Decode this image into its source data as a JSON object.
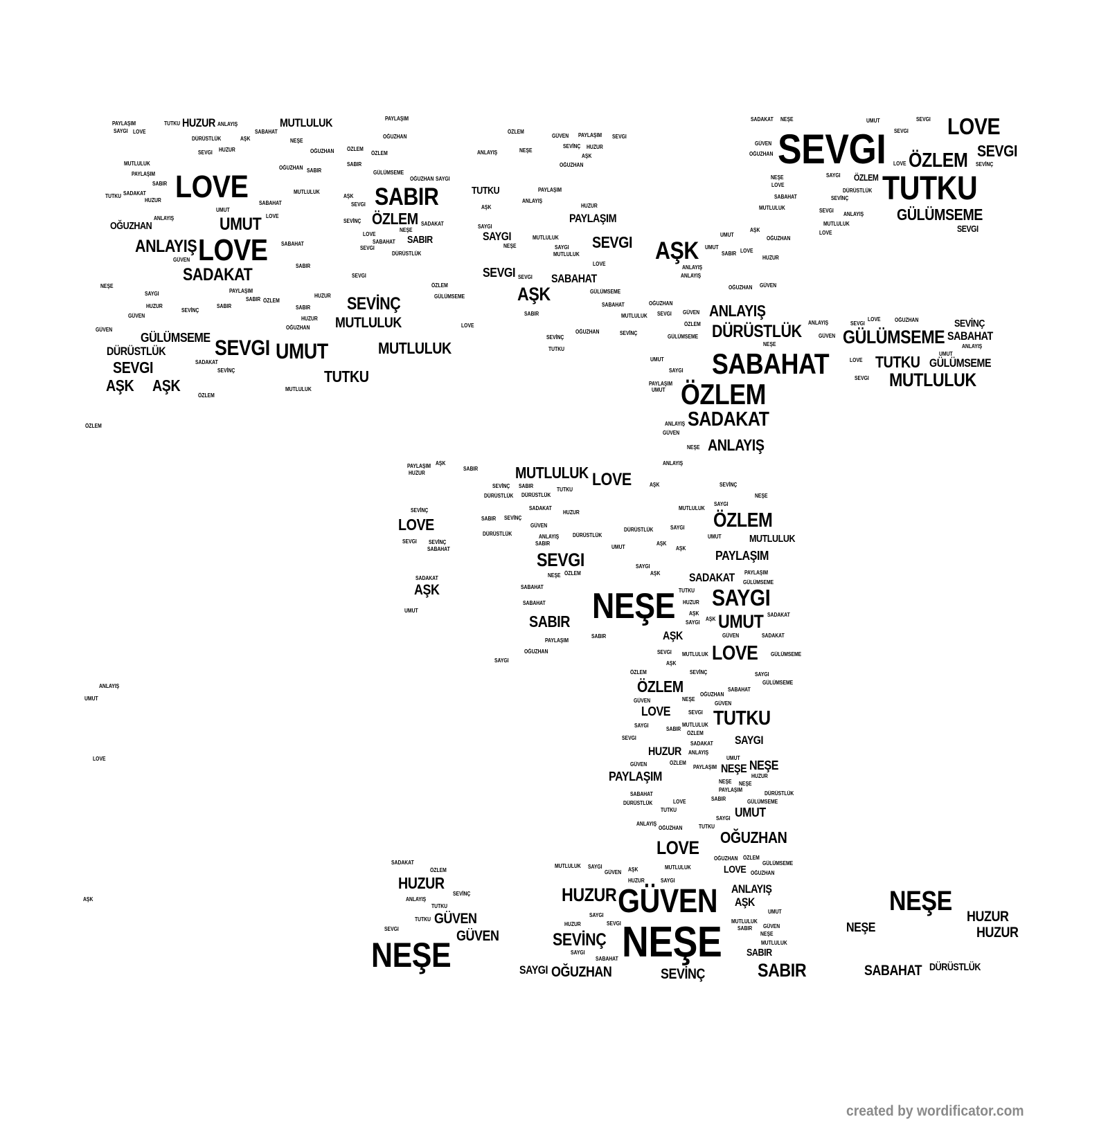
{
  "caption": "created by wordificator.com",
  "words": [
    "SEVGI",
    "TUTKU",
    "LOVE",
    "ÖZLEM",
    "GÜLÜMSEME",
    "LOVE",
    "SABIR",
    "LOVE",
    "ANLAYIŞ",
    "SADAKAT",
    "SEVGI",
    "UMUT",
    "SEVİNÇ",
    "MUTLULUK",
    "MUTLULUK",
    "AŞK",
    "AŞK",
    "SABAHAT",
    "ÖZLEM",
    "SADAKAT",
    "DÜRÜSTLÜK",
    "GÜLÜMSEME",
    "MUTLULUK",
    "NEŞE",
    "GÜVEN",
    "NEŞE",
    "NEŞE",
    "NEŞE",
    "HUZUR",
    "MUTLULUK",
    "LOVE",
    "SEVGI",
    "SAYGI",
    "UMUT",
    "ÖZLEM",
    "LOVE",
    "TUTKU",
    "LOVE",
    "HUZUR",
    "SEVİNÇ",
    "SABIR",
    "SEVİNÇ",
    "OĞUZHAN",
    "HUZUR",
    "GÜVEN",
    "LOVE",
    "AŞK",
    "SABIR",
    "ANLAYIŞ",
    "PAYLAŞIM",
    "AŞK",
    "AŞK",
    "TUTKU",
    "GÜLÜMSEME",
    "DÜRÜSTLÜK",
    "SEVGI",
    "HUZUR",
    "MUTLULUK",
    "UMUT",
    "ÖZLEM",
    "SEVGI",
    "PAYLAŞIM",
    "SAYGI",
    "SEVGI",
    "SABAHAT",
    "ANLAYIŞ",
    "OĞUZHAN",
    "SEVGI",
    "SEVGI",
    "SABIR",
    "TUTKU",
    "ÖZLEM",
    "GÜLÜMSEME",
    "SABAHAT",
    "TUTKU",
    "SEVİNÇ",
    "HUZUR",
    "NEŞE",
    "SABAHAT",
    "DÜRÜSTLÜK",
    "AŞK",
    "SAYGI",
    "OĞUZHAN",
    "NEŞE",
    "UMUT",
    "ANLAYIŞ",
    "SADAKAT",
    "MUTLULUK",
    "AŞK",
    "LOVE",
    "SAYGI",
    "SABIR",
    "PAYLAŞIM",
    "ÖZLEM",
    "NEŞE",
    "GÜVEN",
    "HUZUR",
    "LOVE"
  ],
  "filler_words": [
    "GÜVEN",
    "NEŞE",
    "SAYGI",
    "LOVE",
    "AŞK",
    "UMUT",
    "SEVİNÇ",
    "ÖZLEM",
    "SABIR",
    "HUZUR",
    "TUTKU",
    "SEVGI",
    "ANLAYIŞ",
    "PAYLAŞIM",
    "SADAKAT",
    "MUTLULUK",
    "DÜRÜSTLÜK",
    "GÜLÜMSEME",
    "OĞUZHAN",
    "SABAHAT"
  ]
}
